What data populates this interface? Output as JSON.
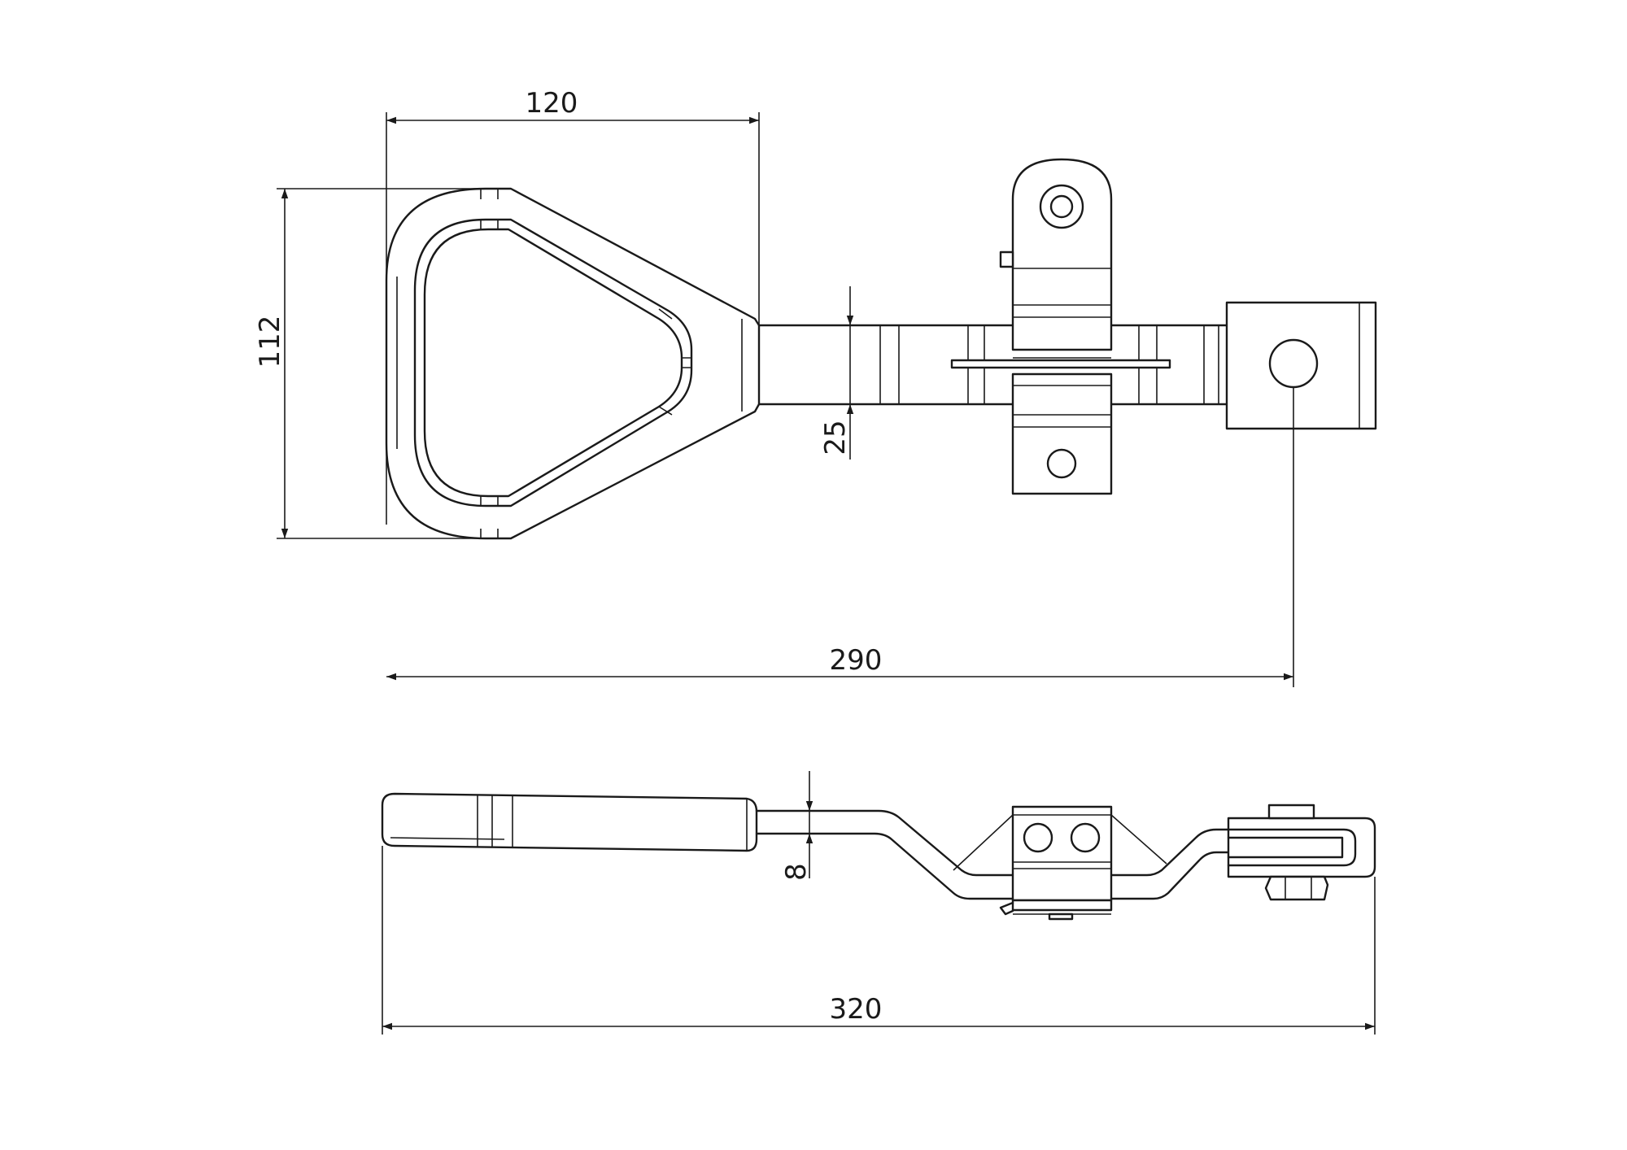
{
  "dimensions": {
    "top_width": "120",
    "top_height": "112",
    "bar_width": "25",
    "top_length": "290",
    "side_thickness": "8",
    "side_length": "320"
  }
}
